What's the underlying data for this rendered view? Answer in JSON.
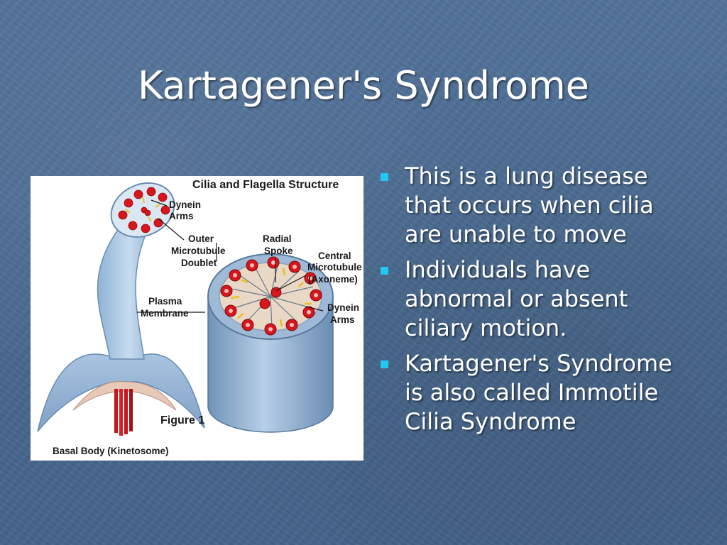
{
  "slide": {
    "title": "Kartagener's Syndrome",
    "bullet_color": "#22c8f0",
    "bullets": [
      "This is a lung disease that occurs when cilia are unable to move",
      "Individuals have abnormal or absent ciliary motion.",
      "Kartagener's Syndrome is also called Immotile Cilia Syndrome"
    ]
  },
  "figure": {
    "heading": "Cilia and Flagella Structure",
    "labels": {
      "dynein_arms_1": [
        "Dynein",
        "Arms"
      ],
      "outer_microtubule_doublet": [
        "Outer",
        "Microtubule",
        "Doublet"
      ],
      "radial_spoke": [
        "Radial",
        "Spoke"
      ],
      "central_microtubule": [
        "Central",
        "Microtubule",
        "(Axoneme)"
      ],
      "plasma_membrane": [
        "Plasma",
        "Membrane"
      ],
      "dynein_arms_2": [
        "Dynein",
        "Arms"
      ],
      "figure_caption": "Figure 1",
      "basal_body": "Basal Body (Kinetosome)"
    }
  }
}
